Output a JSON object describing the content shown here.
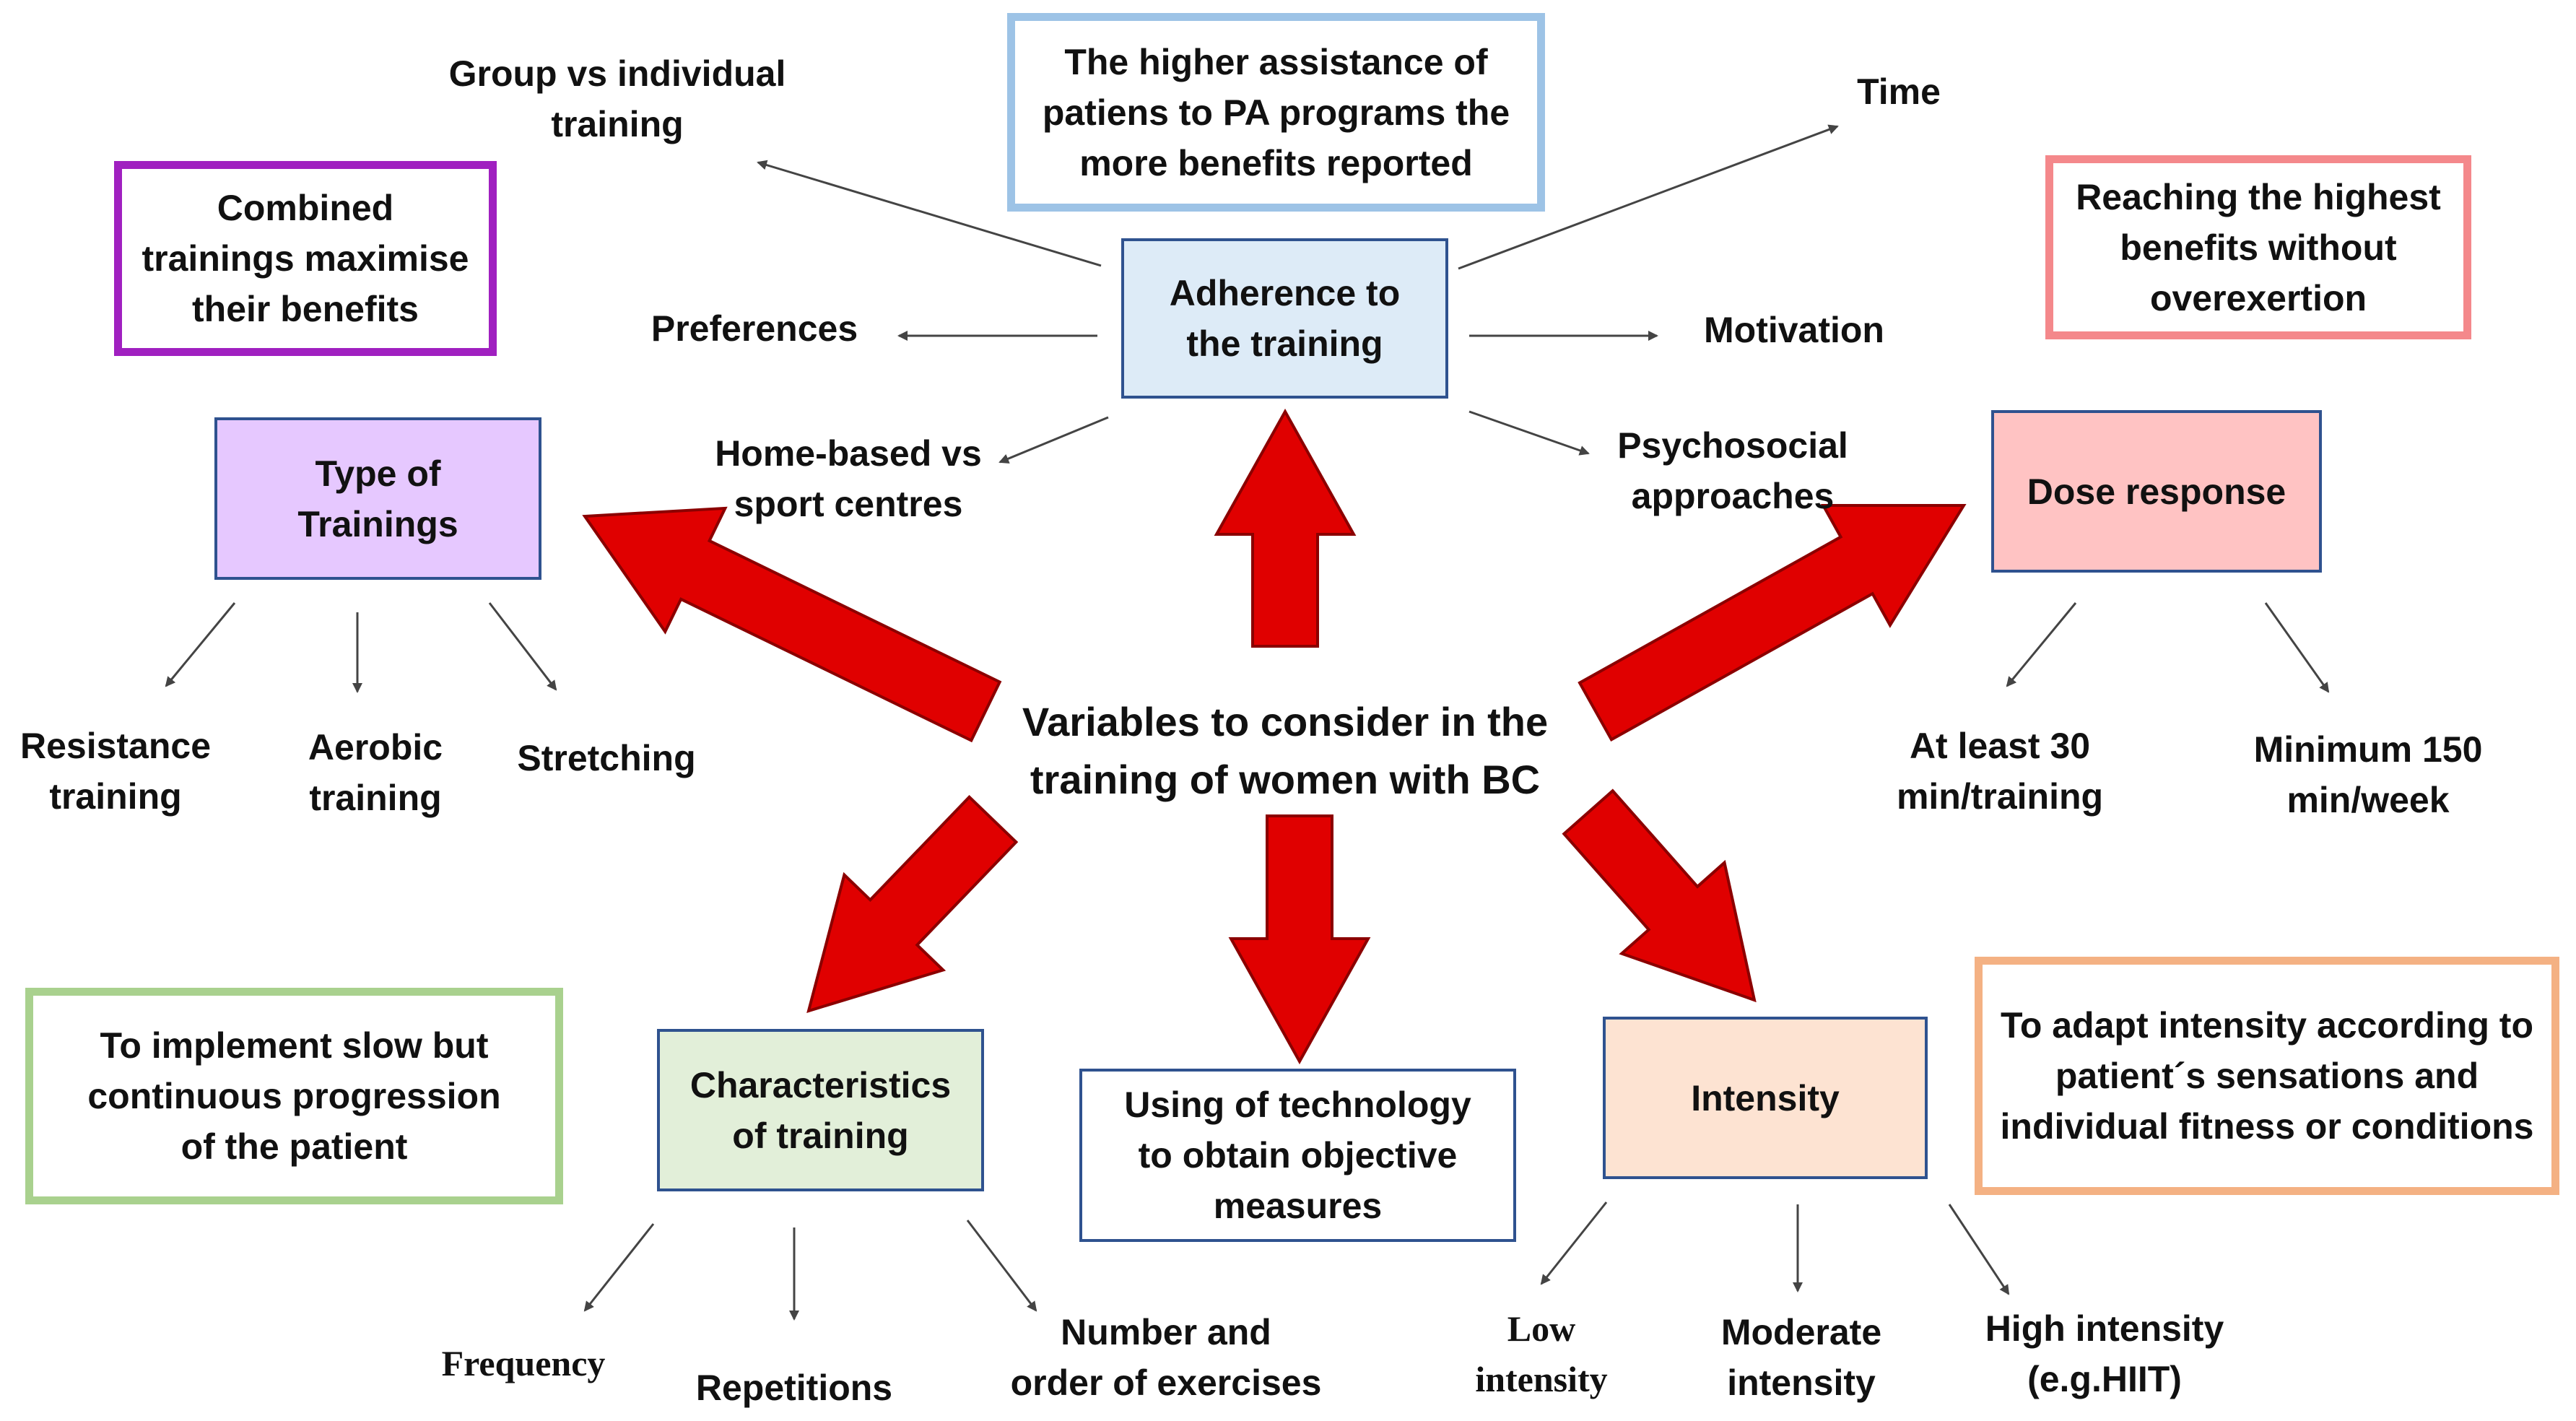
{
  "center_title": "Variables to consider in the\ntraining of women with BC",
  "colors": {
    "big_arrow": "#e00000",
    "big_arrow_border": "#8b0000",
    "node_border": "#2f528f",
    "thin_arrow": "#444444"
  },
  "nodes": {
    "adherence": {
      "text": "Adherence to\nthe training",
      "fill": "#ddebf7"
    },
    "type_of_trainings": {
      "text": "Type of\nTrainings",
      "fill": "#e6c8ff"
    },
    "dose_response": {
      "text": "Dose response",
      "fill": "#ffc3c3"
    },
    "characteristics": {
      "text": "Characteristics\nof training",
      "fill": "#e2efd9"
    },
    "intensity": {
      "text": "Intensity",
      "fill": "#fde3d2"
    },
    "technology": {
      "text": "Using of technology\nto obtain objective\nmeasures",
      "fill": "#ffffff"
    }
  },
  "notes": {
    "adherence_note": {
      "text": "The higher assistance of\npatiens to PA programs the\nmore benefits reported",
      "border": "#9dc3e6"
    },
    "combined_note": {
      "text": "Combined\ntrainings maximise\ntheir benefits",
      "border": "#a020c0"
    },
    "dose_note": {
      "text": "Reaching the highest\nbenefits without\noverexertion",
      "border": "#f4888b"
    },
    "progression_note": {
      "text": "To implement slow but\ncontinuous progression\nof the patient",
      "border": "#a9d18e"
    },
    "intensity_note": {
      "text": "To adapt intensity according to\npatient´s sensations and\nindividual fitness or conditions",
      "border": "#f4b183"
    }
  },
  "adherence_factors": {
    "group": "Group vs individual\ntraining",
    "time": "Time",
    "preferences": "Preferences",
    "motivation": "Motivation",
    "home": "Home-based vs\nsport centres",
    "psychosocial": "Psychosocial\napproaches"
  },
  "training_types": {
    "resistance": "Resistance\ntraining",
    "aerobic": "Aerobic\ntraining",
    "stretching": "Stretching"
  },
  "dose_items": {
    "min_training": "At least 30\nmin/training",
    "min_week": "Minimum 150\nmin/week"
  },
  "characteristics_items": {
    "frequency": "Frequency",
    "repetitions": "Repetitions",
    "number_order": "Number and\norder of exercises"
  },
  "intensity_levels": {
    "low": "Low\nintensity",
    "moderate": "Moderate\nintensity",
    "high": "High intensity\n(e.g.HIIT)"
  }
}
